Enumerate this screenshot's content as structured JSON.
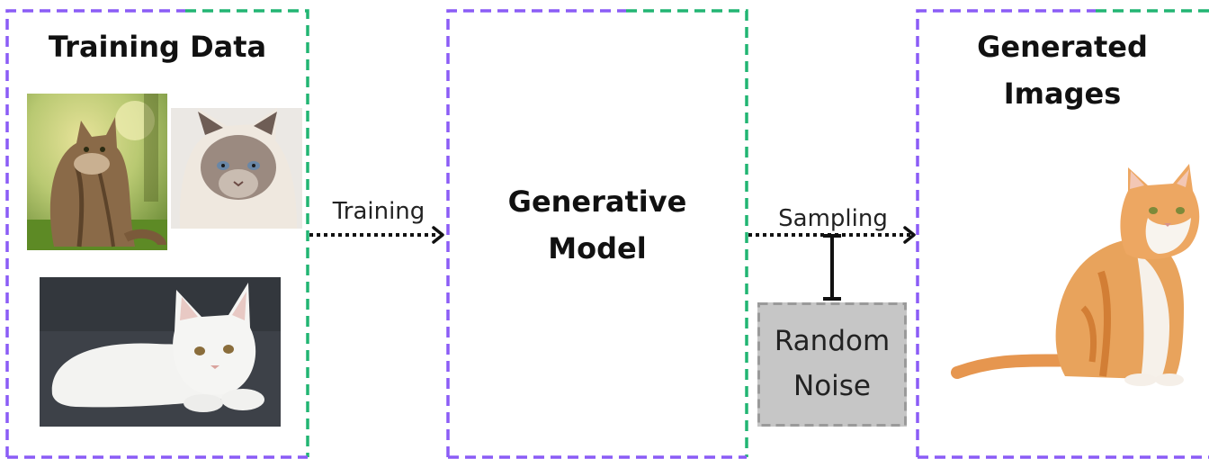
{
  "diagram": {
    "training_data": {
      "title": "Training Data"
    },
    "model": {
      "title_line1": "Generative",
      "title_line2": "Model"
    },
    "generated": {
      "title_line1": "Generated",
      "title_line2": "Images"
    },
    "edges": {
      "training": "Training",
      "sampling": "Sampling"
    },
    "noise": {
      "line1": "Random",
      "line2": "Noise"
    }
  },
  "colors": {
    "purple": "#8b5cf6",
    "green": "#22b573",
    "noise_fill": "#c6c6c6",
    "noise_border": "#9a9a9a"
  },
  "icons": [
    "tabby-cat-image",
    "ragdoll-cat-image",
    "white-kitten-image",
    "orange-cat-image"
  ]
}
